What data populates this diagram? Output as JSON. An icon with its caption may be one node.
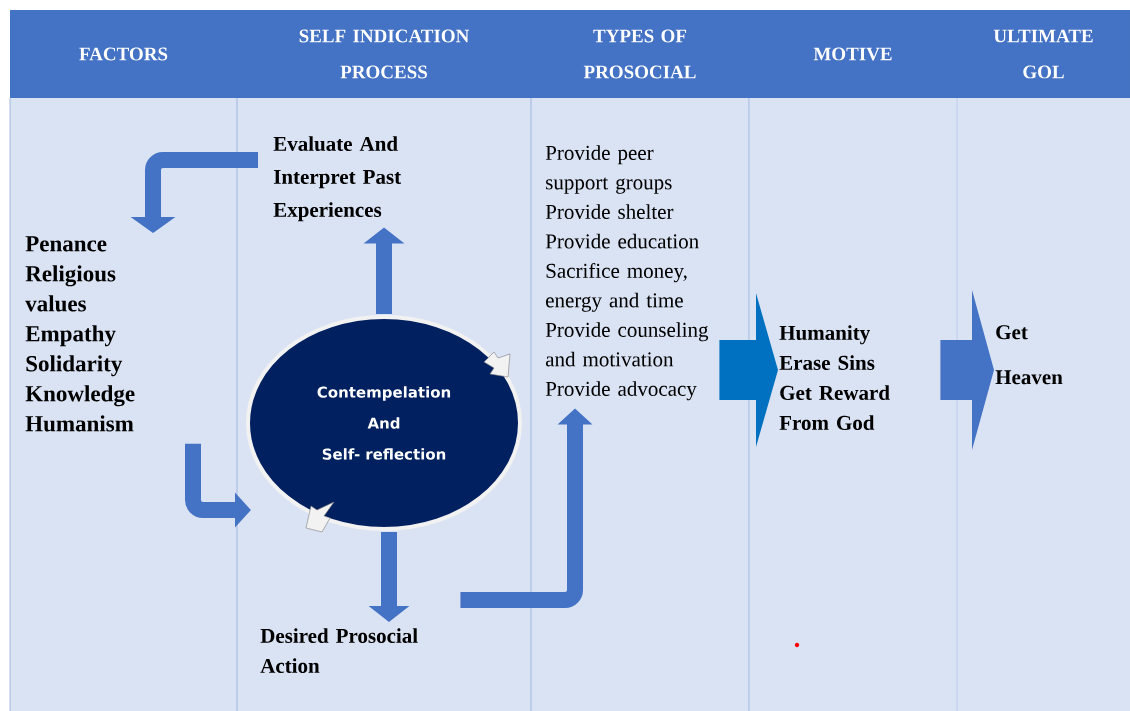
{
  "diagram": {
    "nodes": [
      {
        "text": [
          "Penance Religious values Empathy Solidarity Knowledge Humanism"
        ]
      },
      {
        "text": [
          "Evaluate And Interpret Past Experiences"
        ]
      },
      {
        "text": [
          "Contempelation",
          "And",
          "Self- reflection"
        ]
      },
      {
        "text": [
          "Desired Prosocial Action"
        ]
      },
      {
        "text": [
          "Provide peer support groups",
          "Provide shelter",
          "Provide education",
          "Sacrifice money, energy and time",
          "Provide counseling and motivation",
          "Provide advocacy"
        ]
      },
      {
        "text": [
          "Humanity",
          "Erase Sins",
          "Get Reward From God"
        ]
      },
      {
        "text": [
          "Get Heaven"
        ]
      }
    ],
    "edges": [
      {
        "from": 1,
        "to": 0,
        "arrow": "to"
      },
      {
        "from": 0,
        "to": 2,
        "arrow": "to"
      },
      {
        "from": 2,
        "to": 1,
        "arrow": "to"
      },
      {
        "from": 2,
        "to": 3,
        "arrow": "to"
      },
      {
        "from": 3,
        "to": 4,
        "arrow": "to"
      },
      {
        "from": 4,
        "to": 5,
        "arrow": "to",
        "style": "thick",
        "color": "#0070c0"
      },
      {
        "from": 5,
        "to": 6,
        "arrow": "to",
        "style": "thick"
      }
    ],
    "labels": [
      "FACTORS",
      "SELF INDICATION PROCESS",
      "TYPES OF PROSOCIAL",
      "MOTIVE",
      "ULTIMATE GOL"
    ]
  }
}
